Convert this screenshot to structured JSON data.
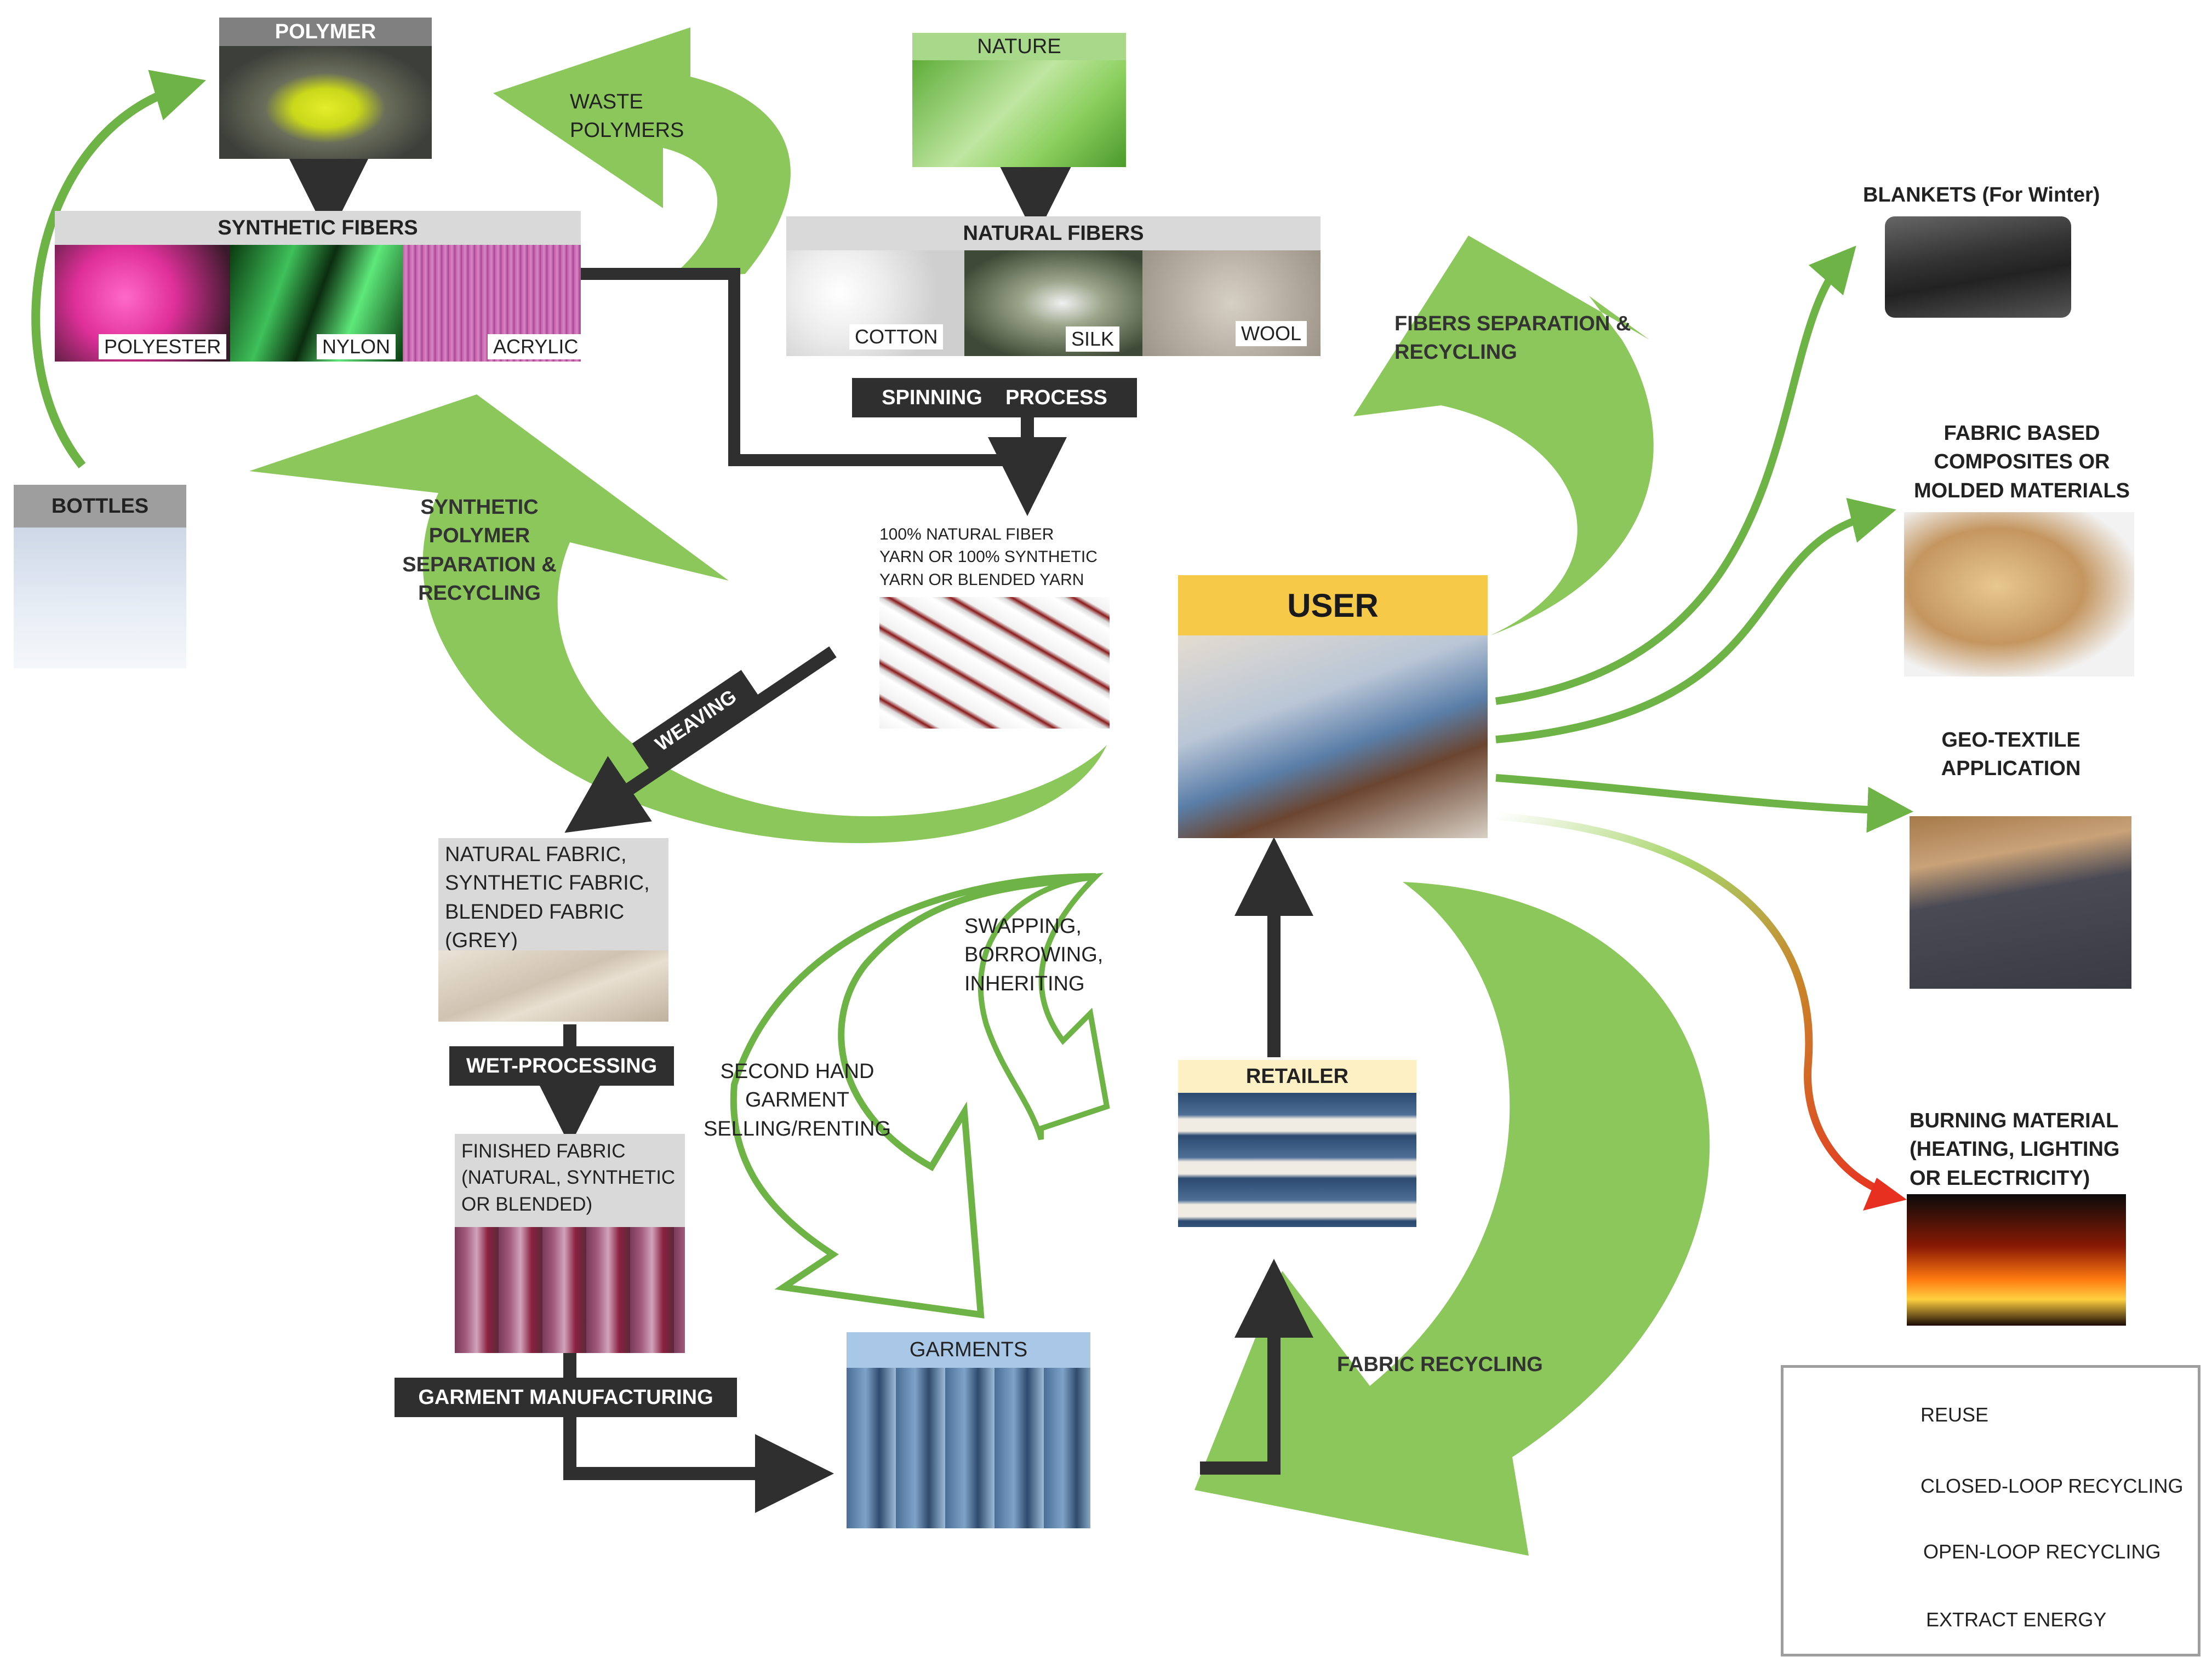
{
  "polymer": {
    "title": "POLYMER"
  },
  "waste_polymers": {
    "label": "WASTE\nPOLYMERS"
  },
  "synthetic_fibers": {
    "title": "SYNTHETIC FIBERS",
    "items": [
      "POLYESTER",
      "NYLON",
      "ACRYLIC"
    ]
  },
  "bottles": {
    "title": "BOTTLES"
  },
  "nature": {
    "title": "NATURE"
  },
  "natural_fibers": {
    "title": "NATURAL FIBERS",
    "items": [
      "COTTON",
      "SILK",
      "WOOL"
    ]
  },
  "spinning": {
    "label": "SPINNING    PROCESS"
  },
  "yarn": {
    "label": "100% NATURAL FIBER\nYARN OR 100% SYNTHETIC\nYARN OR BLENDED YARN"
  },
  "synthetic_separation": {
    "label": "SYNTHETIC\nPOLYMER\nSEPARATION &\nRECYCLING"
  },
  "weaving": {
    "label": "WEAVING"
  },
  "grey_fabric": {
    "label": "NATURAL FABRIC,\nSYNTHETIC FABRIC,\nBLENDED FABRIC\n(GREY)"
  },
  "wet_processing": {
    "label": "WET-PROCESSING"
  },
  "finished_fabric": {
    "label": "FINISHED FABRIC\n(NATURAL, SYNTHETIC\nOR BLENDED)"
  },
  "garment_manufacturing": {
    "label": "GARMENT MANUFACTURING"
  },
  "garments": {
    "title": "GARMENTS"
  },
  "second_hand": {
    "label": "SECOND HAND\nGARMENT\nSELLING/RENTING"
  },
  "swapping": {
    "label": "SWAPPING,\nBORROWING,\nINHERITING"
  },
  "retailer": {
    "title": "RETAILER"
  },
  "user": {
    "title": "USER"
  },
  "fibers_separation": {
    "label": "FIBERS SEPARATION &\nRECYCLING"
  },
  "fabric_recycling": {
    "label": "FABRIC RECYCLING"
  },
  "outputs": {
    "blankets": "BLANKETS (For Winter)",
    "composites": "FABRIC BASED\nCOMPOSITES OR\nMOLDED MATERIALS",
    "geotextile": "GEO-TEXTILE\nAPPLICATION",
    "burning": "BURNING MATERIAL\n(HEATING, LIGHTING\nOR ELECTRICITY)"
  },
  "legend": {
    "reuse": "REUSE",
    "closed_loop": "CLOSED-LOOP RECYCLING",
    "open_loop": "OPEN-LOOP RECYCLING",
    "extract_energy": "EXTRACT ENERGY"
  },
  "colors": {
    "green": "#8bc75a",
    "green_line": "#6db345",
    "dark": "#2f2f2f",
    "user_yellow": "#f7c948",
    "garments_blue": "#a9c8e8",
    "retailer_cream": "#fdf0c4",
    "nature_green": "#a8d98a"
  }
}
